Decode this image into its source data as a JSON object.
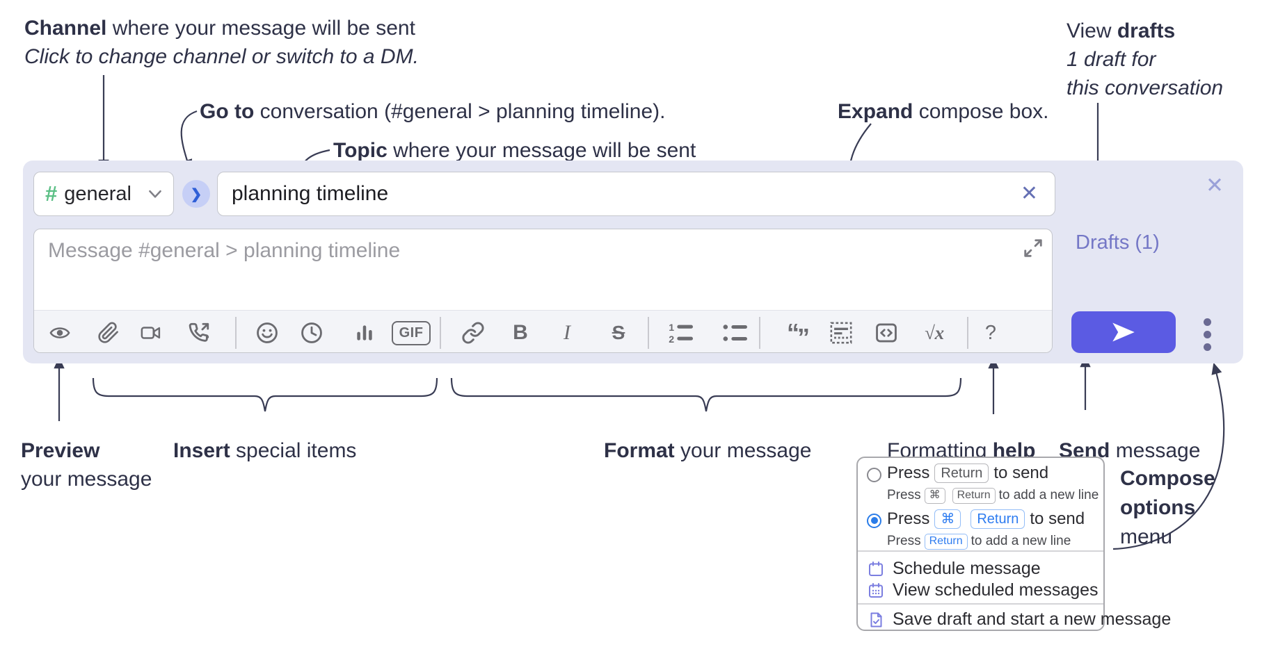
{
  "annotations": {
    "channel": {
      "bold": "Channel",
      "rest": " where your message will be sent",
      "line2": "Click to change channel or switch to a DM."
    },
    "goto": {
      "bold": "Go to",
      "rest": " conversation (#general > planning timeline)."
    },
    "topic": {
      "bold": "Topic",
      "rest": " where your message will be sent"
    },
    "expand": {
      "bold": "Expand",
      "rest": " compose box."
    },
    "drafts": {
      "line1_pre": "View ",
      "line1_bold": "drafts",
      "line2": "1 draft for",
      "line3": "this conversation"
    },
    "preview": {
      "bold": "Preview",
      "line2": "your message"
    },
    "insert": {
      "bold": "Insert",
      "rest": " special items"
    },
    "format": {
      "bold": "Format",
      "rest": " your message"
    },
    "help": {
      "pre": "Formatting ",
      "bold": "help"
    },
    "send": {
      "bold": "Send",
      "rest": " message"
    },
    "compose_options": {
      "line1": "Compose",
      "line2": "options",
      "line3": "menu"
    }
  },
  "compose": {
    "channel_selector": {
      "hash": "#",
      "label": "general"
    },
    "topic_input": {
      "value": "planning timeline"
    },
    "message_input": {
      "placeholder": "Message #general > planning timeline"
    },
    "drafts_link": "Drafts (1)",
    "toolbar_icons": [
      "preview-eye",
      "attach-paperclip",
      "video-call",
      "audio-call",
      "emoji-smiley",
      "schedule-clock",
      "poll-bar-chart",
      "gif",
      "link",
      "bold",
      "italic",
      "strikethrough",
      "numbered-list",
      "bulleted-list",
      "quote",
      "spoiler",
      "code",
      "math",
      "help"
    ],
    "toolbar_labels": {
      "gif": "GIF",
      "bold": "B",
      "italic": "I",
      "strike": "S",
      "math": "√x",
      "help": "?"
    }
  },
  "icons": {
    "go_chevron": "❯",
    "close_x": "✕",
    "quote_open": "“",
    "quote_close": "”",
    "ol_1": "1",
    "ol_2": "2"
  },
  "popup": {
    "row1": {
      "press": "Press",
      "key_return": "Return",
      "to_send": "to send",
      "sub_press": "Press",
      "sub_key_cmd": "⌘",
      "sub_key_return": "Return",
      "sub_rest": "to add a new line"
    },
    "row2": {
      "press": "Press",
      "key_cmd": "⌘",
      "key_return": "Return",
      "to_send": "to send",
      "sub_press": "Press",
      "sub_key_return": "Return",
      "sub_rest": "to add a new line"
    },
    "items": {
      "schedule": "Schedule message",
      "view_scheduled": "View scheduled messages",
      "save_draft": "Save draft and start a new message"
    }
  },
  "colors": {
    "annotation_ink": "#2e3147",
    "compose_bg": "#e4e6f3",
    "send_button": "#5b5be3",
    "drafts_link": "#7477c6",
    "hash_green": "#5bbf85",
    "accent_blue": "#2a7ce8",
    "popup_icon_purple": "#7b7ee0",
    "toolbar_icon": "#6b6b70"
  }
}
